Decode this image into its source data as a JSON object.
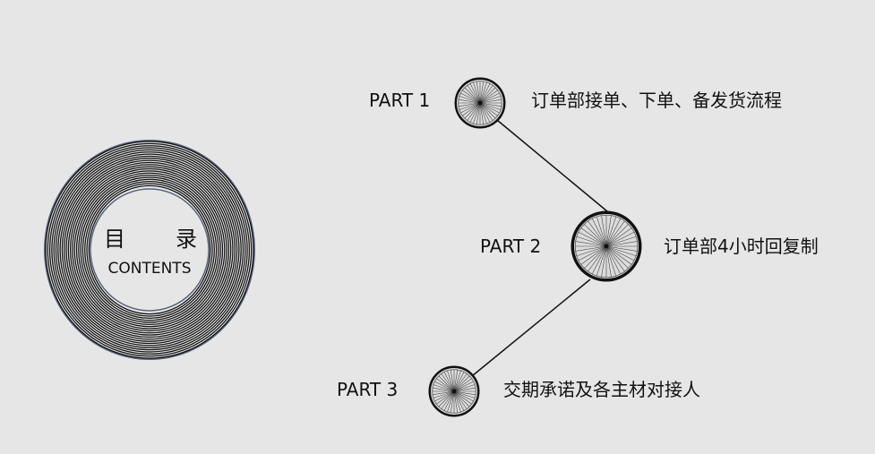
{
  "toc": {
    "title_chars": [
      "目",
      "录"
    ],
    "subtitle": "CONTENTS"
  },
  "parts": [
    {
      "label": "PART 1",
      "text": "订单部接单、下单、备发货流程"
    },
    {
      "label": "PART 2",
      "text": "订单部4小时回复制"
    },
    {
      "label": "PART 3",
      "text": "交期承诺及各主材对接人"
    }
  ],
  "colors": {
    "background": "#e6e6e6",
    "ring_stroke": "#111111",
    "ring_outline": "#5a6478",
    "node_fill": "#dcdcdc"
  }
}
